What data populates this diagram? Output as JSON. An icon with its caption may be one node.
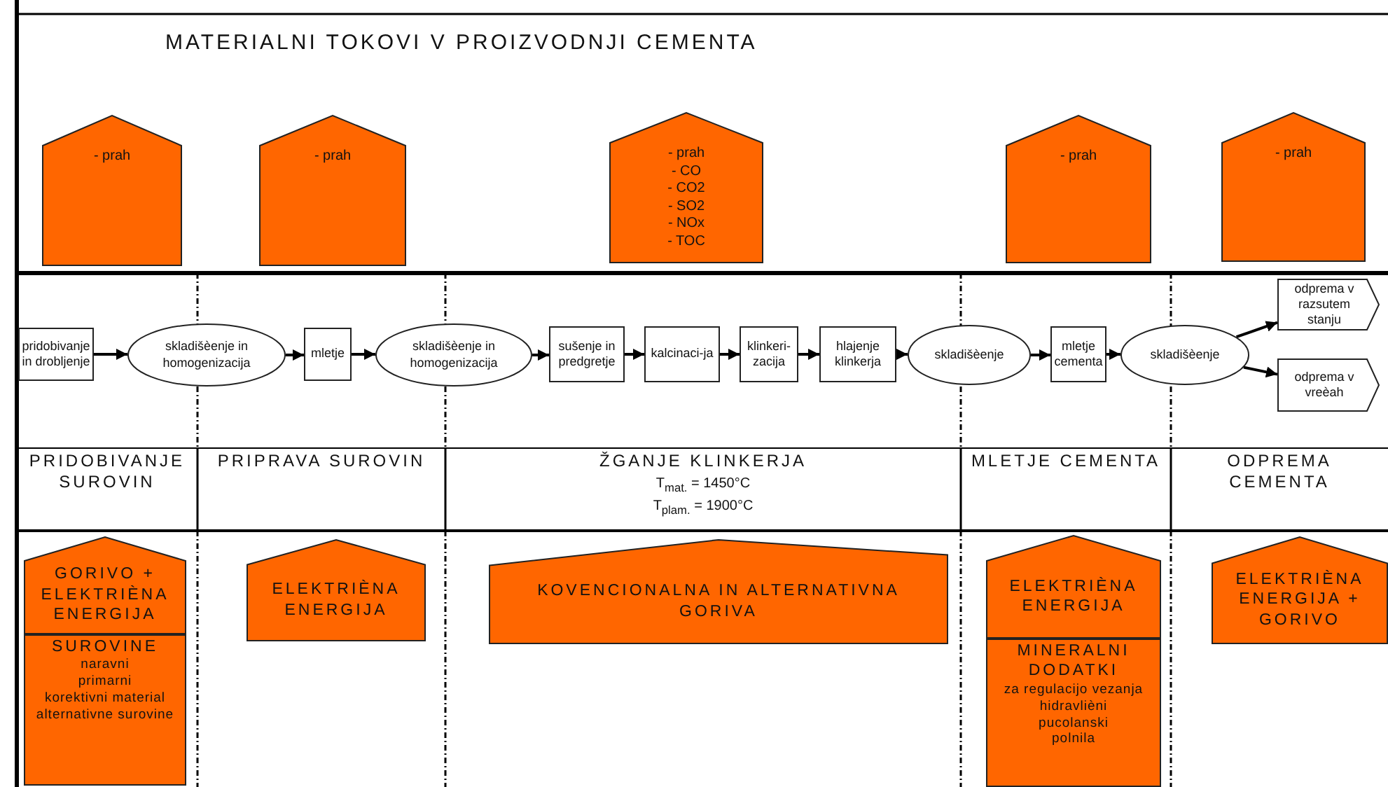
{
  "diagram": {
    "title": "MATERIALNI TOKOVI V PROIZVODNJI CEMENTA",
    "nodes": [
      {
        "text": [
          "- prah"
        ]
      },
      {
        "text": [
          "- prah"
        ]
      },
      {
        "text": [
          "- prah",
          "- CO",
          "- CO2",
          "- SO2",
          "- NOx",
          "- TOC"
        ]
      },
      {
        "text": [
          "- prah"
        ]
      },
      {
        "text": [
          "- prah"
        ]
      },
      {
        "text": [
          "pridobivanje in drobljenje"
        ]
      },
      {
        "text": [
          "skladišèenje in homogenizacija"
        ]
      },
      {
        "text": [
          "mletje"
        ]
      },
      {
        "text": [
          "skladišèenje in homogenizacija"
        ]
      },
      {
        "text": [
          "sušenje in predgretje"
        ]
      },
      {
        "text": [
          "kalcinaci-ja"
        ]
      },
      {
        "text": [
          "klinkeri-zacija"
        ]
      },
      {
        "text": [
          "hlajenje klinkerja"
        ]
      },
      {
        "text": [
          "skladišèenje"
        ]
      },
      {
        "text": [
          "mletje cementa"
        ]
      },
      {
        "text": [
          "skladišèenje"
        ]
      },
      {
        "text": [
          "odprema v razsutem stanju"
        ]
      },
      {
        "text": [
          "odprema v vreèah"
        ]
      },
      {
        "text": [
          "PRIDOBIVANJE SUROVIN"
        ]
      },
      {
        "text": [
          "PRIPRAVA SUROVIN"
        ]
      },
      {
        "text": [
          "ŽGANJE KLINKERJA",
          "T$_{mat.}$ = 1450°C",
          "T$_{plam.}$ = 1900°C"
        ]
      },
      {
        "text": [
          "MLETJE CEMENTA"
        ]
      },
      {
        "text": [
          "ODPREMA CEMENTA"
        ]
      },
      {
        "text": [
          "GORIVO + ELEKTRIÈNA ENERGIJA"
        ]
      },
      {
        "text": [
          "SUROVINE",
          "naravni",
          "primarni",
          "korektivni material",
          "alternativne surovine"
        ]
      },
      {
        "text": [
          "ELEKTRIÈNA ENERGIJA"
        ]
      },
      {
        "text": [
          "KOVENCIONALNA IN ALTERNATIVNA GORIVA"
        ]
      },
      {
        "text": [
          "ELEKTRIÈNA ENERGIJA"
        ]
      },
      {
        "text": [
          "MINERALNI DODATKI",
          "za regulacijo vezanja",
          "hidravlièni",
          "pucolanski",
          "polnila"
        ]
      },
      {
        "text": [
          "ELEKTRIÈNA ENERGIJA + GORIVO"
        ]
      }
    ],
    "edges": [
      {
        "from": 5,
        "to": 6,
        "arrow": "to"
      },
      {
        "from": 6,
        "to": 7,
        "arrow": "to"
      },
      {
        "from": 7,
        "to": 8,
        "arrow": "to"
      },
      {
        "from": 8,
        "to": 9,
        "arrow": "to"
      },
      {
        "from": 9,
        "to": 10,
        "arrow": "to"
      },
      {
        "from": 10,
        "to": 11,
        "arrow": "to"
      },
      {
        "from": 11,
        "to": 12,
        "arrow": "to"
      },
      {
        "from": 12,
        "to": 13,
        "arrow": "to"
      },
      {
        "from": 13,
        "to": 14,
        "arrow": "to"
      },
      {
        "from": 14,
        "to": 15,
        "arrow": "to"
      },
      {
        "from": 15,
        "to": 16,
        "arrow": "to"
      },
      {
        "from": 15,
        "to": 17,
        "arrow": "to"
      }
    ]
  }
}
